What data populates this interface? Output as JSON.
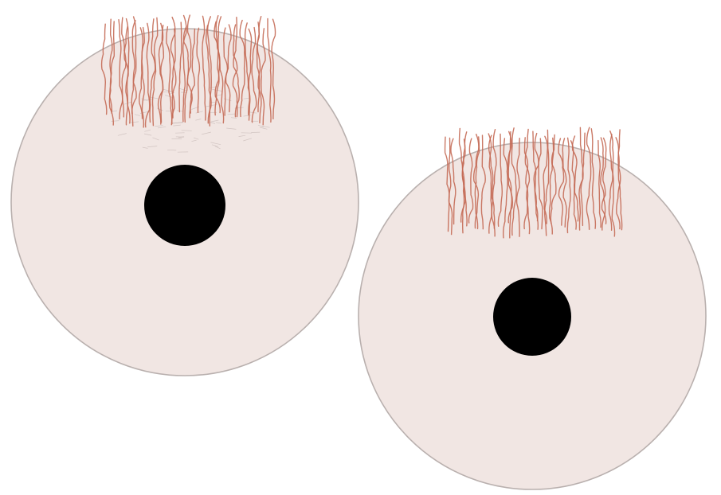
{
  "colors": {
    "cell_fill": "#f1e6e3",
    "cell_outline": "#b9b0ae",
    "nucleus": "#000000",
    "bristle": "#c46a55",
    "background": "#ffffff"
  },
  "figure": {
    "objects": [
      {
        "kind": "cell",
        "parts": [
          "cell-body",
          "nucleus",
          "bristle-tuft",
          "tuft-base-texture"
        ]
      },
      {
        "kind": "cell",
        "parts": [
          "cell-body",
          "nucleus",
          "bristle-tuft"
        ]
      }
    ]
  }
}
